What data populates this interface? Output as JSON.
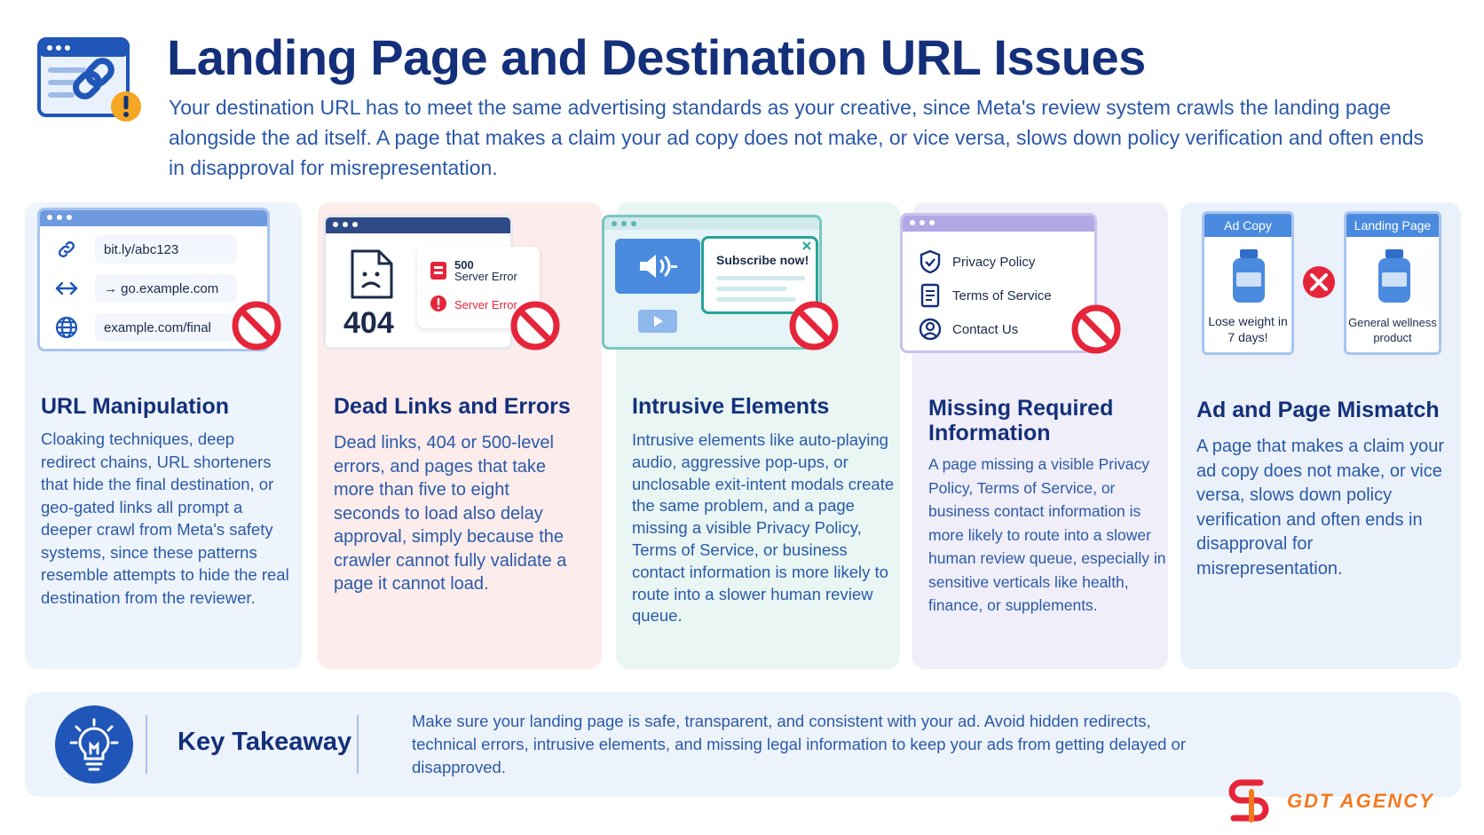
{
  "header": {
    "title": "Landing Page and Destination URL Issues",
    "intro": "Your destination URL has to meet the same advertising standards as your creative, since Meta's review system crawls the landing page alongside the ad itself. A page that makes a claim your ad copy does not make, or vice versa, slows down policy verification and often ends in disapproval for misrepresentation."
  },
  "cards": [
    {
      "title": "URL Manipulation",
      "body": "Cloaking techniques, deep redirect chains, URL shorteners that hide the final destination, or geo-gated links all prompt a deeper crawl from Meta's safety systems, since these patterns resemble attempts to hide the real destination from the reviewer.",
      "illustration": {
        "urls": [
          "bit.ly/abc123",
          "→ go.example.com",
          "example.com/final"
        ]
      }
    },
    {
      "title": "Dead Links and Errors",
      "body": "Dead links, 404 or 500-level errors, and pages that take more than five to eight seconds to load also delay approval, simply because the crawler cannot fully validate a page it cannot load.",
      "illustration": {
        "code": "404",
        "error_code": "500",
        "error_label": "Server Error",
        "error_label_2": "Server Error"
      }
    },
    {
      "title": "Intrusive Elements",
      "body": "Intrusive elements like auto-playing audio, aggressive pop-ups, or unclosable exit-intent modals create the same problem, and a page missing a visible Privacy Policy, Terms of Service, or business contact information is more likely to route into a slower human review queue.",
      "illustration": {
        "popup": "Subscribe now!"
      }
    },
    {
      "title": "Missing Required Information",
      "body": "A page missing a visible Privacy Policy, Terms of Service, or business contact information is more likely to route into a slower human review queue, especially in sensitive verticals like health, finance, or supplements.",
      "illustration": {
        "links": [
          "Privacy Policy",
          "Terms of Service",
          "Contact Us"
        ]
      }
    },
    {
      "title": "Ad and Page Mismatch",
      "body": "A page that makes a claim your ad copy does not make, or vice versa, slows down policy verification and often ends in disapproval for misrepresentation.",
      "illustration": {
        "left_title": "Ad Copy",
        "left_caption": "Lose weight in 7 days!",
        "right_title": "Landing Page",
        "right_caption": "General wellness product"
      }
    }
  ],
  "takeaway": {
    "title": "Key Takeaway",
    "text": "Make sure your landing page is safe, transparent, and consistent with your ad. Avoid hidden redirects, technical errors, intrusive elements, and missing legal information to keep your ads from getting delayed or disapproved."
  },
  "logo": {
    "text": "GDT AGENCY"
  },
  "colors": {
    "navy": "#14307a",
    "blue": "#2b5aa8",
    "accent": "#1f56b8",
    "danger": "#e5253a",
    "orange": "#f47a20"
  }
}
